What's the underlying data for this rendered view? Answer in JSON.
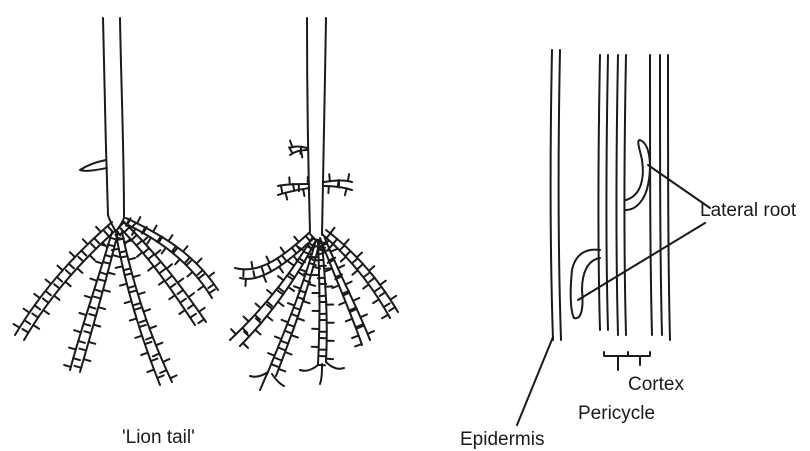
{
  "figure": {
    "left_caption": "'Lion tail'",
    "labels": {
      "lateral_root": "Lateral root",
      "cortex": "Cortex",
      "pericycle": "Pericycle",
      "epidermis": "Epidermis"
    }
  },
  "colors": {
    "ink": "#1a1a1a",
    "background": "#ffffff"
  }
}
